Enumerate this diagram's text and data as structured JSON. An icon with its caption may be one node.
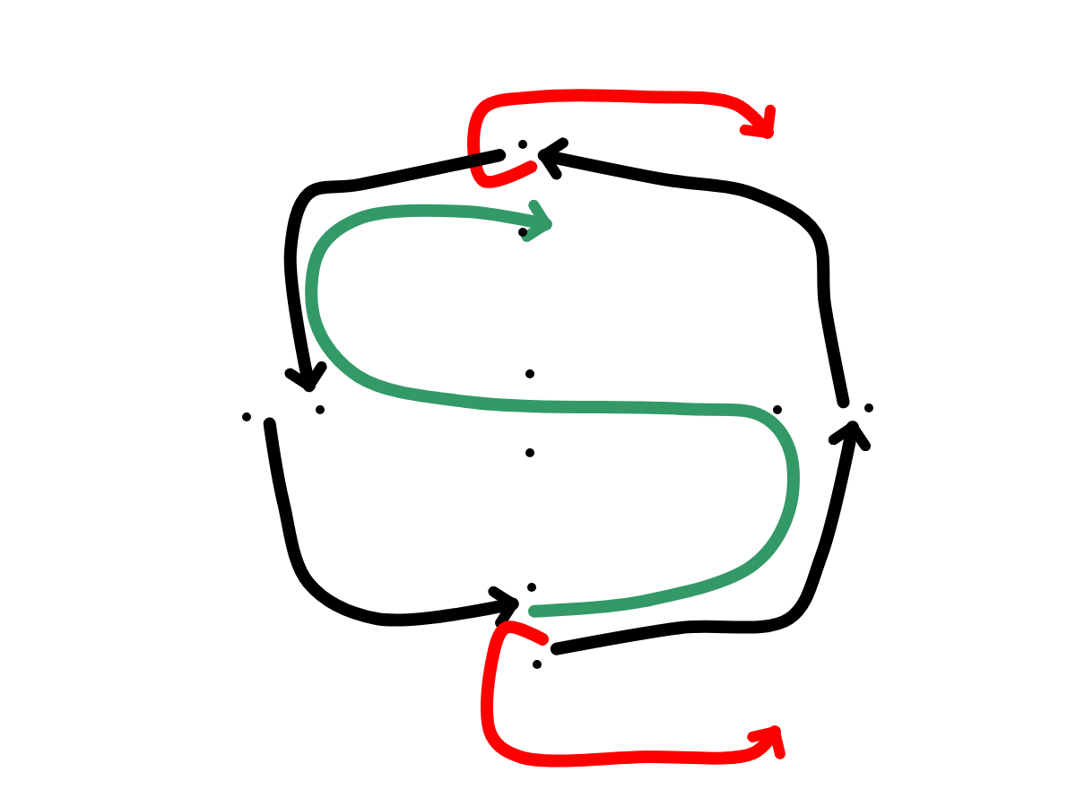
{
  "diagram": {
    "nodes": [
      {
        "text": [],
        "shape": "dot"
      },
      {
        "text": [],
        "shape": "dot"
      },
      {
        "text": [],
        "shape": "dot"
      },
      {
        "text": [],
        "shape": "dot"
      },
      {
        "text": [],
        "shape": "dot"
      },
      {
        "text": [],
        "shape": "dot"
      },
      {
        "text": [],
        "shape": "dot"
      },
      {
        "text": [],
        "shape": "dot"
      },
      {
        "text": [],
        "shape": "dot"
      },
      {
        "text": [],
        "shape": "dot"
      }
    ],
    "edges": [
      {
        "from": 0,
        "to": null,
        "arrow": "to",
        "color": "#ff0000"
      },
      {
        "from": 0,
        "to": 4,
        "arrow": "to"
      },
      {
        "from": 6,
        "to": 0,
        "arrow": "to"
      },
      {
        "from": 8,
        "to": 1,
        "arrow": "to",
        "color": "#339966"
      },
      {
        "from": 3,
        "to": 8,
        "arrow": "to"
      },
      {
        "from": 9,
        "to": 6,
        "arrow": "to"
      },
      {
        "from": 9,
        "to": null,
        "arrow": "to",
        "color": "#ff0000"
      }
    ]
  }
}
